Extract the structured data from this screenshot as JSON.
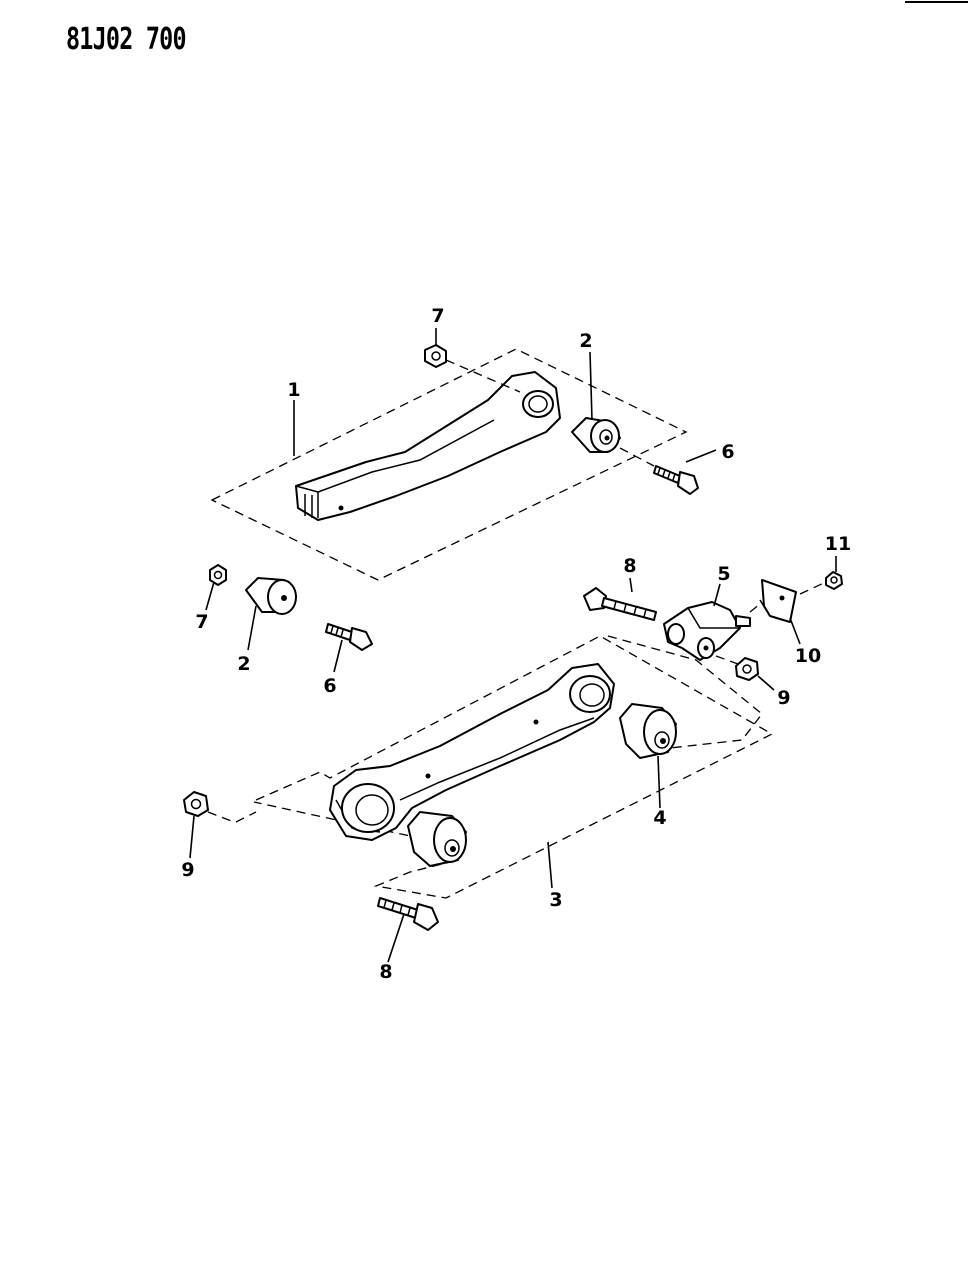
{
  "document": {
    "id": "81J02 700"
  },
  "callouts": [
    {
      "key": "c7a",
      "label": "7"
    },
    {
      "key": "c2a",
      "label": "2"
    },
    {
      "key": "c1",
      "label": "1"
    },
    {
      "key": "c6a",
      "label": "6"
    },
    {
      "key": "c11",
      "label": "11"
    },
    {
      "key": "c8a",
      "label": "8"
    },
    {
      "key": "c5",
      "label": "5"
    },
    {
      "key": "c7b",
      "label": "7"
    },
    {
      "key": "c2b",
      "label": "2"
    },
    {
      "key": "c10",
      "label": "10"
    },
    {
      "key": "c6b",
      "label": "6"
    },
    {
      "key": "c9a",
      "label": "9"
    },
    {
      "key": "c4",
      "label": "4"
    },
    {
      "key": "c9b",
      "label": "9"
    },
    {
      "key": "c3",
      "label": "3"
    },
    {
      "key": "c8b",
      "label": "8"
    }
  ]
}
